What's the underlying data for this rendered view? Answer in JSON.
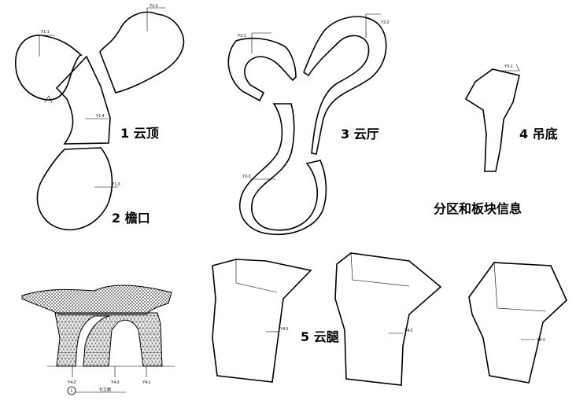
{
  "labels": {
    "roof": "1 云顶",
    "eave": "2 檐口",
    "hall": "3 云厅",
    "ceiling": "4 吊底",
    "legs": "5 云腿",
    "title": "分区和板块信息"
  },
  "tags": {
    "y1_1": "Y1-1",
    "y1_2": "Y1-2",
    "y1_3": "Y1-3",
    "y1_4": "Y1-4",
    "y2_1": "Y2-1",
    "y2_2": "Y2-2",
    "y2_3": "Y2-3",
    "y3_1": "Y3-1",
    "y4_1": "Y4-1",
    "y4_2": "Y4-2",
    "y4_3": "Y4-3",
    "elev_y4_2": "Y4-2",
    "elev_y4_3": "Y4-3",
    "elev_y4_1": "Y4-1"
  },
  "elevation": {
    "marker": "1",
    "caption": "北立面"
  }
}
